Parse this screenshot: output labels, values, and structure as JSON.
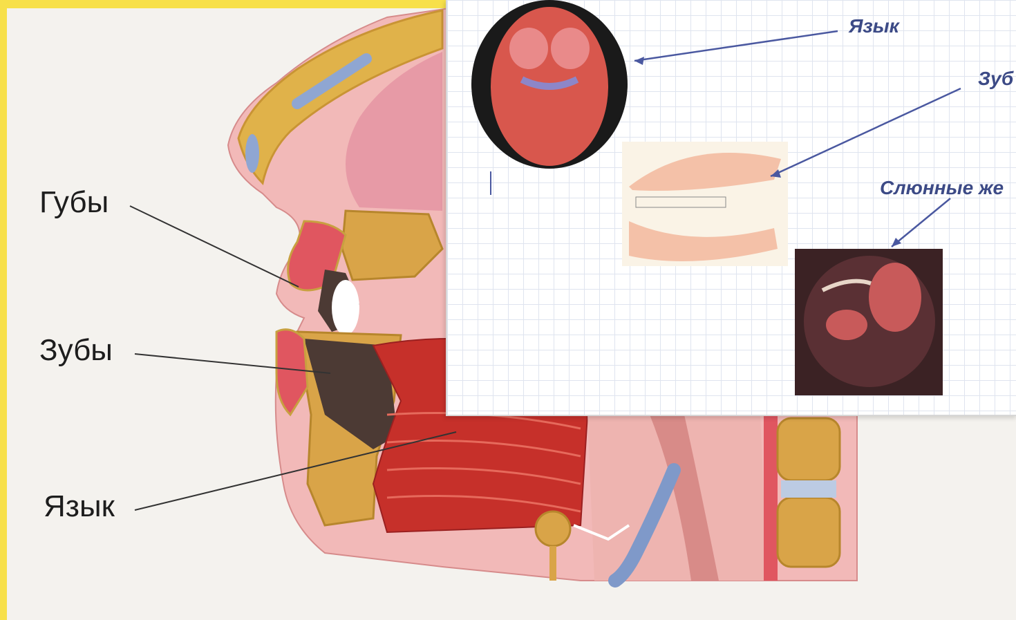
{
  "main_labels": {
    "lips": "Губы",
    "teeth": "Зубы",
    "tongue": "Язык"
  },
  "inset_labels": {
    "tongue": "Язык",
    "teeth": "Зуб",
    "salivary": "Слюнные же"
  },
  "colors": {
    "frame_yellow": "#f7e04a",
    "panel_bg": "#f4f2ee",
    "inset_label": "#3c4a86"
  }
}
